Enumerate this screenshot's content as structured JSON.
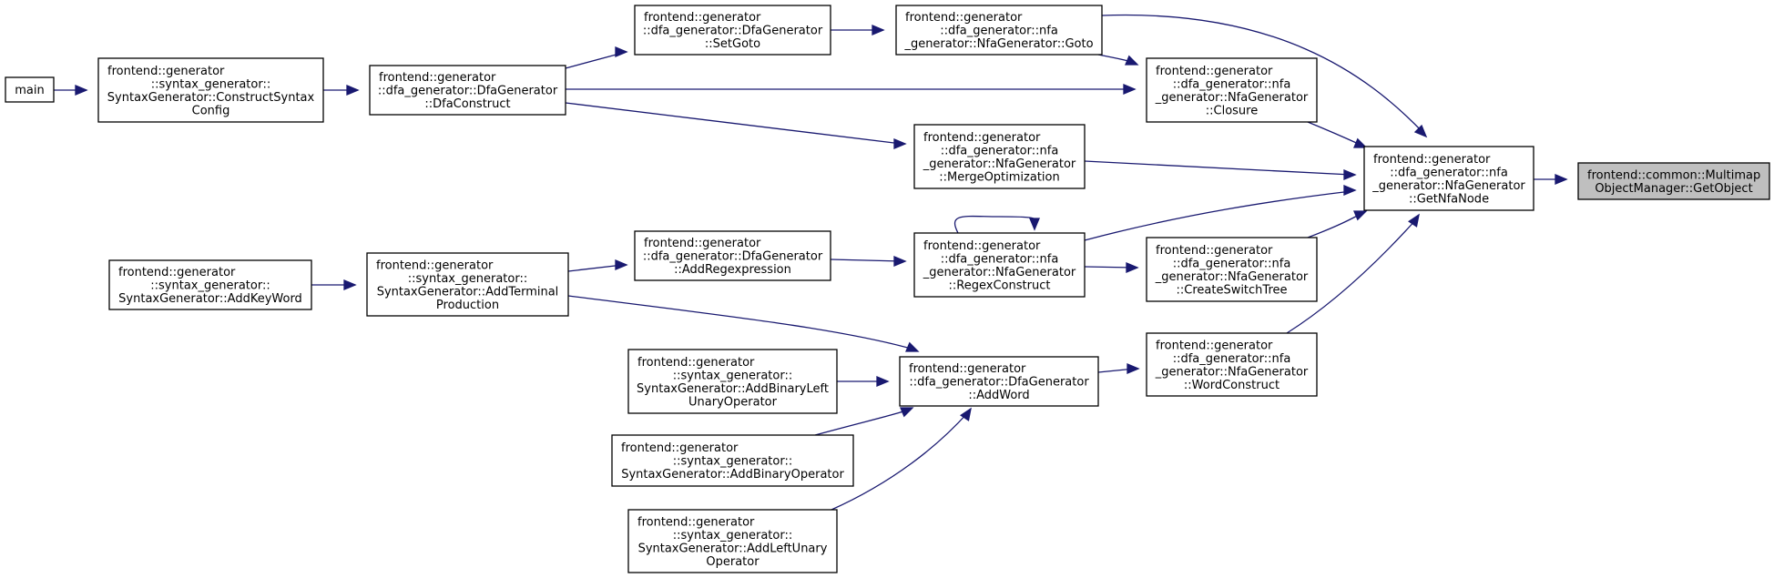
{
  "graph": {
    "kind": "call graph",
    "direction": "right-to-left",
    "colors": {
      "edge": "#191970",
      "focus_fill": "#bfbfbf",
      "node_fill": "#ffffff",
      "border": "#000000"
    },
    "nodes": [
      {
        "id": "n1",
        "name": "node-getobject",
        "focus": true,
        "lines": [
          "frontend::common::Multimap",
          "ObjectManager::GetObject"
        ]
      },
      {
        "id": "n2",
        "name": "node-getnfanode",
        "lines": [
          "frontend::generator",
          "::dfa_generator::nfa",
          "_generator::NfaGenerator",
          "::GetNfaNode"
        ]
      },
      {
        "id": "n3",
        "name": "node-nfa-goto",
        "lines": [
          "frontend::generator",
          "::dfa_generator::nfa",
          "_generator::NfaGenerator::Goto"
        ]
      },
      {
        "id": "n4",
        "name": "node-setgoto",
        "lines": [
          "frontend::generator",
          "::dfa_generator::DfaGenerator",
          "::SetGoto"
        ]
      },
      {
        "id": "n5",
        "name": "node-dfaconstruct",
        "lines": [
          "frontend::generator",
          "::dfa_generator::DfaGenerator",
          "::DfaConstruct"
        ]
      },
      {
        "id": "n6",
        "name": "node-constructsyntaxconfig",
        "lines": [
          "frontend::generator",
          "::syntax_generator::",
          "SyntaxGenerator::ConstructSyntax",
          "Config"
        ]
      },
      {
        "id": "n7",
        "name": "node-main",
        "lines": [
          "main"
        ]
      },
      {
        "id": "n8",
        "name": "node-closure",
        "lines": [
          "frontend::generator",
          "::dfa_generator::nfa",
          "_generator::NfaGenerator",
          "::Closure"
        ]
      },
      {
        "id": "n9",
        "name": "node-mergeoptimization",
        "lines": [
          "frontend::generator",
          "::dfa_generator::nfa",
          "_generator::NfaGenerator",
          "::MergeOptimization"
        ]
      },
      {
        "id": "n10",
        "name": "node-regexconstruct",
        "lines": [
          "frontend::generator",
          "::dfa_generator::nfa",
          "_generator::NfaGenerator",
          "::RegexConstruct"
        ]
      },
      {
        "id": "n11",
        "name": "node-addregexpression",
        "lines": [
          "frontend::generator",
          "::dfa_generator::DfaGenerator",
          "::AddRegexpression"
        ]
      },
      {
        "id": "n12",
        "name": "node-addterminalproduction",
        "lines": [
          "frontend::generator",
          "::syntax_generator::",
          "SyntaxGenerator::AddTerminal",
          "Production"
        ]
      },
      {
        "id": "n13",
        "name": "node-addkeyword",
        "lines": [
          "frontend::generator",
          "::syntax_generator::",
          "SyntaxGenerator::AddKeyWord"
        ]
      },
      {
        "id": "n14",
        "name": "node-createswitchtree",
        "lines": [
          "frontend::generator",
          "::dfa_generator::nfa",
          "_generator::NfaGenerator",
          "::CreateSwitchTree"
        ]
      },
      {
        "id": "n15",
        "name": "node-wordconstruct",
        "lines": [
          "frontend::generator",
          "::dfa_generator::nfa",
          "_generator::NfaGenerator",
          "::WordConstruct"
        ]
      },
      {
        "id": "n16",
        "name": "node-addword",
        "lines": [
          "frontend::generator",
          "::dfa_generator::DfaGenerator",
          "::AddWord"
        ]
      },
      {
        "id": "n17",
        "name": "node-addbinaryleftunaryoperator",
        "lines": [
          "frontend::generator",
          "::syntax_generator::",
          "SyntaxGenerator::AddBinaryLeft",
          "UnaryOperator"
        ]
      },
      {
        "id": "n18",
        "name": "node-addbinaryoperator",
        "lines": [
          "frontend::generator",
          "::syntax_generator::",
          "SyntaxGenerator::AddBinaryOperator"
        ]
      },
      {
        "id": "n19",
        "name": "node-addleftunaryoperator",
        "lines": [
          "frontend::generator",
          "::syntax_generator::",
          "SyntaxGenerator::AddLeftUnary",
          "Operator"
        ]
      }
    ],
    "edges": [
      {
        "from": "n2",
        "to": "n1"
      },
      {
        "from": "n3",
        "to": "n2"
      },
      {
        "from": "n8",
        "to": "n2"
      },
      {
        "from": "n9",
        "to": "n2"
      },
      {
        "from": "n10",
        "to": "n2"
      },
      {
        "from": "n14",
        "to": "n2"
      },
      {
        "from": "n15",
        "to": "n2"
      },
      {
        "from": "n4",
        "to": "n3"
      },
      {
        "from": "n5",
        "to": "n4"
      },
      {
        "from": "n6",
        "to": "n5"
      },
      {
        "from": "n7",
        "to": "n6"
      },
      {
        "from": "n3",
        "to": "n8"
      },
      {
        "from": "n5",
        "to": "n8"
      },
      {
        "from": "n5",
        "to": "n9"
      },
      {
        "from": "n10",
        "to": "n10"
      },
      {
        "from": "n11",
        "to": "n10"
      },
      {
        "from": "n12",
        "to": "n11"
      },
      {
        "from": "n13",
        "to": "n12"
      },
      {
        "from": "n10",
        "to": "n14"
      },
      {
        "from": "n16",
        "to": "n15"
      },
      {
        "from": "n12",
        "to": "n16"
      },
      {
        "from": "n17",
        "to": "n16"
      },
      {
        "from": "n18",
        "to": "n16"
      },
      {
        "from": "n19",
        "to": "n16"
      }
    ]
  }
}
